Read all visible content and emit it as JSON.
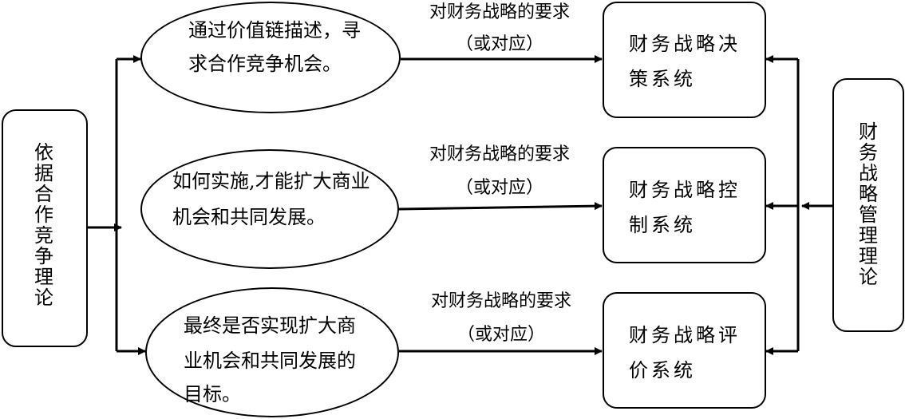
{
  "left_box": {
    "text": "依据合作竞争理论"
  },
  "right_box": {
    "text": "财务战略管理理论"
  },
  "ellipses": [
    {
      "lines": [
        "通过价值链描述，寻",
        "求合作竞争机会。"
      ]
    },
    {
      "lines": [
        "如何实施,才能扩大商业",
        "机会和共同发展。"
      ]
    },
    {
      "lines": [
        "最终是否实现扩大商",
        "业机会和共同发展的",
        "目标。"
      ]
    }
  ],
  "systems": [
    {
      "lines": [
        "财务战略决",
        "策系统"
      ]
    },
    {
      "lines": [
        "财务战略控",
        "制系统"
      ]
    },
    {
      "lines": [
        "财务战略评",
        "价系统"
      ]
    }
  ],
  "arrow_labels": [
    {
      "line1": "对财务战略的要求",
      "line2": "（或对应）"
    },
    {
      "line1": "对财务战略的要求",
      "line2": "（或对应）"
    },
    {
      "line1": "对财务战略的要求",
      "line2": "（或对应）"
    }
  ]
}
